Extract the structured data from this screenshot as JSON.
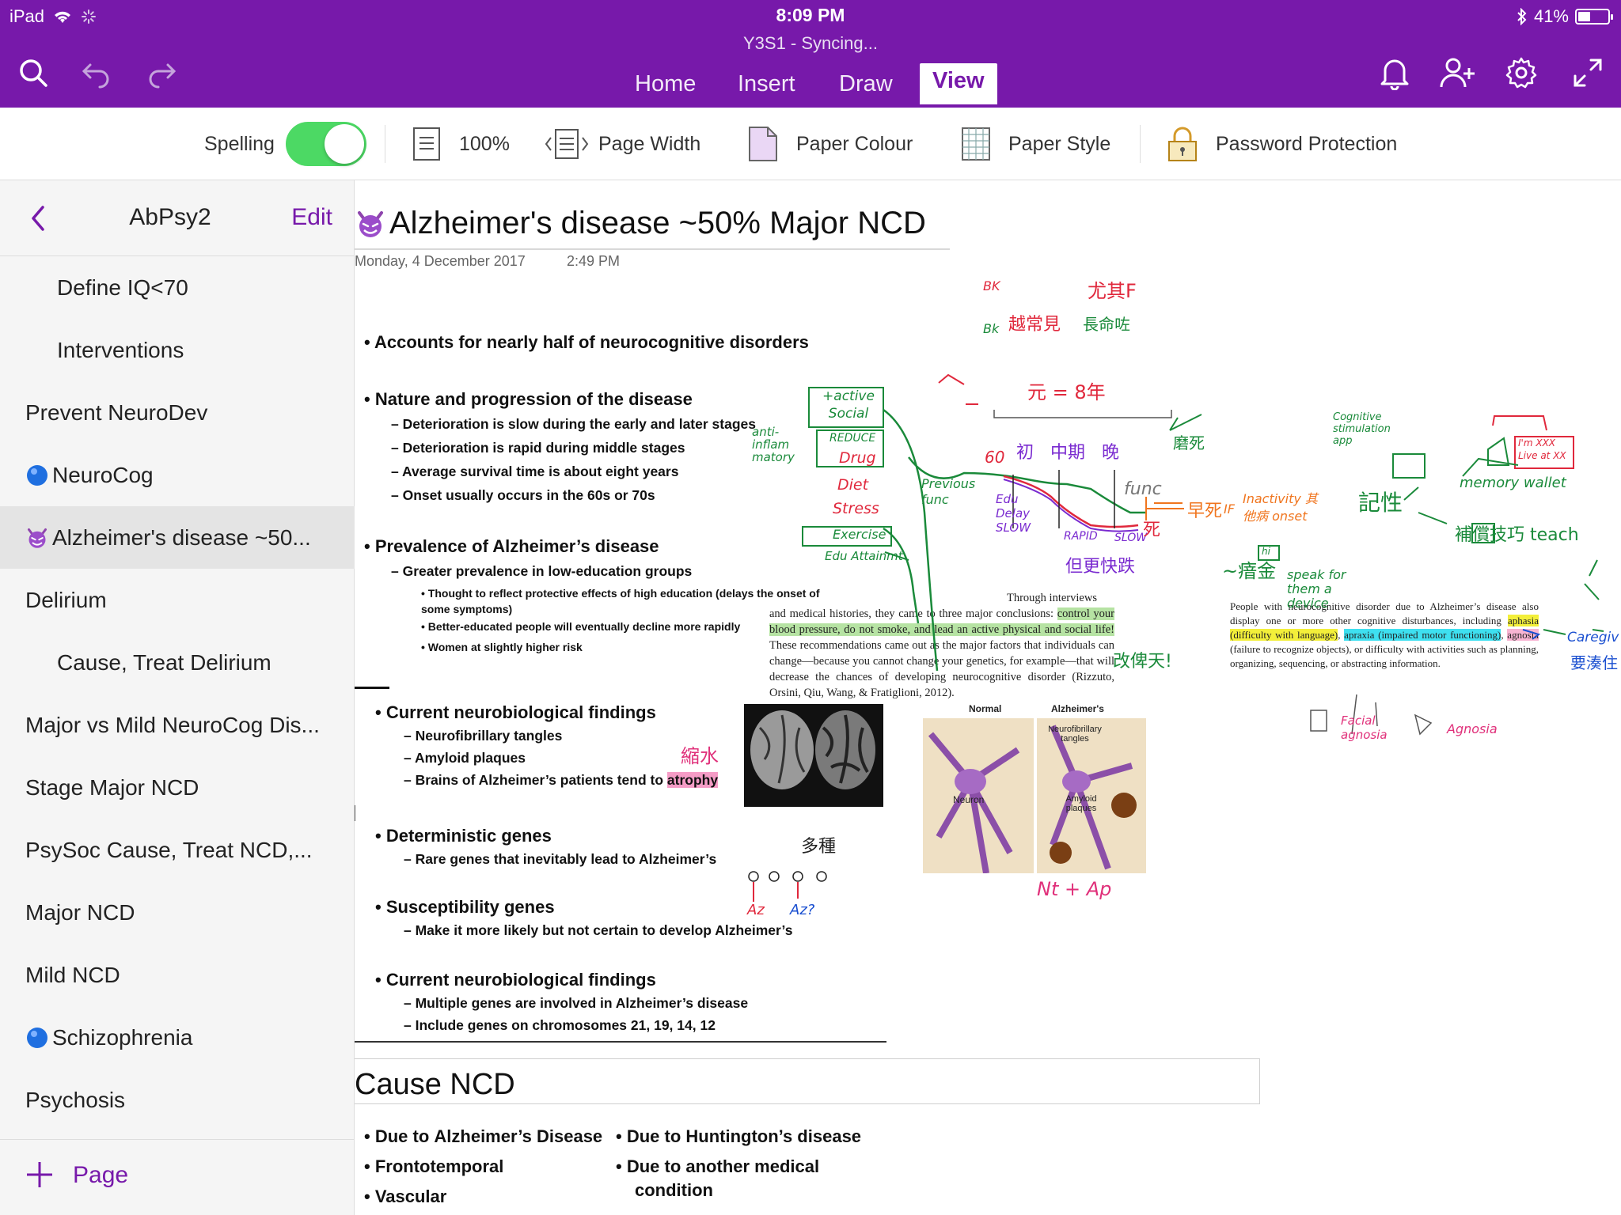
{
  "status": {
    "device": "iPad",
    "time": "8:09 PM",
    "battery": "41%",
    "battery_level": 0.41
  },
  "header": {
    "doc_title": "Y3S1 - Syncing..."
  },
  "tabs": [
    {
      "label": "Home"
    },
    {
      "label": "Insert"
    },
    {
      "label": "Draw"
    },
    {
      "label": "View",
      "active": true
    }
  ],
  "ribbon": {
    "spelling_label": "Spelling",
    "spelling_on": true,
    "zoom": "100%",
    "page_width": "Page Width",
    "paper_colour": "Paper Colour",
    "paper_style": "Paper Style",
    "password_protection": "Password Protection"
  },
  "sidebar": {
    "section": "AbPsy2",
    "edit_label": "Edit",
    "add_page_label": "Page",
    "items": [
      {
        "label": "Define IQ<70",
        "level": 2
      },
      {
        "label": "Interventions",
        "level": 2
      },
      {
        "label": "Prevent NeuroDev",
        "level": 1
      },
      {
        "label": "NeuroCog",
        "level": 1,
        "icon": "blue-circle-icon"
      },
      {
        "label": "Alzheimer's disease ~50...",
        "level": 1,
        "icon": "devil-emoji-icon",
        "selected": true
      },
      {
        "label": "Delirium",
        "level": 1
      },
      {
        "label": "Cause, Treat Delirium",
        "level": 2
      },
      {
        "label": "Major vs Mild NeuroCog Dis...",
        "level": 1
      },
      {
        "label": "Stage Major NCD",
        "level": 1
      },
      {
        "label": "PsySoc Cause, Treat NCD,...",
        "level": 1
      },
      {
        "label": "Major NCD",
        "level": 1
      },
      {
        "label": "Mild NCD",
        "level": 1
      },
      {
        "label": "Schizophrenia",
        "level": 1,
        "icon": "blue-circle-icon"
      },
      {
        "label": "Psychosis",
        "level": 1
      }
    ]
  },
  "page": {
    "title": "Alzheimer's disease ~50% Major NCD",
    "date": "Monday, 4 December 2017",
    "time": "2:49 PM"
  },
  "slide1": {
    "b1": "Accounts for nearly ",
    "b1_bold": "half",
    "b1_rest": " of neurocognitive disorders",
    "b2": "Nature and progression of the disease",
    "b2_items": [
      "Deterioration is slow during the early and later stages",
      "Deterioration is rapid during middle stages",
      "Average survival time is about eight years",
      "Onset usually occurs in the 60s or 70s"
    ],
    "b3": "Prevalence of Alzheimer’s disease",
    "b3_sub": "Greater prevalence in low-education groups",
    "b3_sub_items": [
      "Thought to reflect protective effects of high education (delays the onset of some symptoms)",
      "Better-educated people will eventually decline more rapidly",
      "Women at slightly higher risk"
    ]
  },
  "slide2": {
    "h1": "Current neurobiological findings",
    "h1_items": [
      "Neurofibrillary tangles",
      "Amyloid plaques"
    ],
    "h1_item3": "Brains of Alzheimer’s patients tend to ",
    "h1_item3_hl": "atrophy",
    "h2": "Deterministic genes",
    "h2_item": "Rare genes that inevitably lead to Alzheimer’s",
    "h3": "Susceptibility genes",
    "h3_item": "Make it more likely but not certain to develop Alzheimer’s",
    "h4": "Current neurobiological findings",
    "h4_items": [
      "Multiple genes are involved in Alzheimer’s disease",
      "Include genes on chromosomes 21, 19, 14, 12"
    ]
  },
  "book1": {
    "lead": "Through interviews",
    "text1": "and medical histories, they came to three major conclusions: ",
    "hl": "control your blood pressure, do not smoke, and lead an active physical and social life!",
    "text2": " These recommendations came out as the major factors that individuals can change—because you cannot change your genetics, for example—that will decrease the chances of developing neurocognitive disorder (Rizzuto, Orsini, Qiu, Wang, & Fratiglioni, 2012)."
  },
  "book2": {
    "t1": "People with neurocognitive disorder due to Alzheimer’s disease also display one or more other cognitive disturbances, including ",
    "aphasia": "aphasia (difficulty with language)",
    "t2": ", ",
    "apraxia": "apraxia (impaired motor functioning)",
    "t3": ", ",
    "agnosia": "agnosia",
    "t4": " (failure to recognize objects), or difficulty with activities such as planning, organizing, sequencing, or abstracting information."
  },
  "figure": {
    "normal": "Normal",
    "alzheimers": "Alzheimer's",
    "neuron": "Neuron",
    "tangles": "Neurofibrillary tangles",
    "plaques": "Amyloid plaques"
  },
  "ink": {
    "bk1": "BK",
    "bk2": "Bk",
    "yue": "越常見",
    "you": "尤其F",
    "chang": "長命咗",
    "years": "元 = 8年",
    "active_social": "+active Social",
    "reduce": "REDUCE",
    "drug": "Drug",
    "diet": "Diet",
    "stress": "Stress",
    "exercise": "Exercise",
    "edu": "Edu Attainmt",
    "anti": "anti- inflam matory",
    "previous": "Previous func",
    "stages": "初   中期   晚",
    "mosi": "磨死",
    "sixty": "60",
    "edu_delay": "Edu Delay SLOW",
    "rapid": "RAPID",
    "slow": "SLOW",
    "func": "func",
    "die": "死",
    "early_die": "早死",
    "if": "IF",
    "inactivity": "Inactivity 其他病 onset",
    "fast": "但更快跌",
    "change": "改俾天!",
    "shrink": "縮水",
    "many": "多種",
    "az": "Az",
    "az2": "Az?",
    "ntap": "Nt + Ap",
    "cog_app": "Cognitive stimulation app",
    "memory": "記性",
    "memory_wallet": "memory wallet",
    "im": "I'm XXX Live at XX",
    "compensate": "補償技巧 teach",
    "aphasia_ink": "~瘖金",
    "speak": "speak for them a device",
    "hi": "hi",
    "facial": "Facial agnosia",
    "agnosia": "Agnosia",
    "caregiver": "Caregiv",
    "caregiver2": "要湊住"
  },
  "cause": {
    "title": "Cause NCD",
    "col1": [
      {
        "pre": "Due to ",
        "bold": "Alzheimer’s Disease"
      },
      {
        "pre": "Frontotemporal",
        "bold": ""
      },
      {
        "pre": "Vascular",
        "bold": ""
      }
    ],
    "col2": [
      "Due to Huntington’s disease",
      "Due to another medical",
      "condition"
    ]
  }
}
